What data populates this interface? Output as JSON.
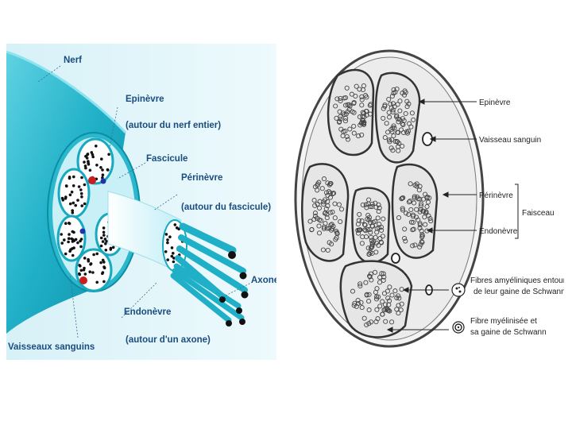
{
  "left_diagram": {
    "labels": {
      "nerf": "Nerf",
      "epinevre": "Epinèvre",
      "epinevre_note": "(autour du nerf entier)",
      "fascicule": "Fascicule",
      "perinevre": "Périnèvre",
      "perinevre_note": "(autour du fascicule)",
      "axone": "Axone",
      "endonevre": "Endonèvre",
      "endonevre_note": "(autour d'un axone)",
      "vaisseaux": "Vaisseaux sanguins"
    },
    "colors": {
      "background": "#e4f6fa",
      "nerve": "#1fb0c8",
      "label": "#1a4c80",
      "vessel_red": "#c81e1e",
      "vessel_blue": "#2233aa"
    }
  },
  "right_diagram": {
    "labels": {
      "epinevre": "Epinèvre",
      "vaisseau": "Vaisseau sanguin",
      "perinevre": "Périnèvre",
      "faisceau": "Faisceau",
      "endonevre": "Endonèvre",
      "fibres_amy_1": "Fibres amyéliniques entourées",
      "fibres_amy_2": "de leur gaine de Schwann",
      "fibre_mye_1": "Fibre myélinisée et",
      "fibre_mye_2": "sa gaine de Schwann"
    }
  }
}
